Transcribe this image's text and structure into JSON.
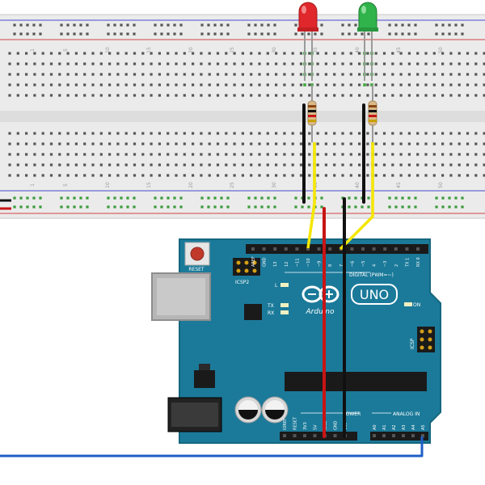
{
  "colors": {
    "board": "#1b7a9a",
    "board_edge": "#16677f",
    "breadboard": "#e9e9e9",
    "rail_red": "#d04040",
    "rail_blue": "#4a4ad0",
    "wire_yellow": "#f5e600",
    "wire_red": "#c81414",
    "wire_black": "#111111",
    "wire_blue": "#1f5fc8",
    "led_red": "#e0272b",
    "led_green": "#2fb34a"
  },
  "breadboard": {
    "col_numbers": [
      "1",
      "5",
      "10",
      "15",
      "20",
      "25",
      "30",
      "35",
      "40",
      "45",
      "50"
    ]
  },
  "leds": [
    {
      "name": "red-led",
      "color": "red"
    },
    {
      "name": "green-led",
      "color": "green"
    }
  ],
  "arduino": {
    "reset_label": "RESET",
    "icsp2_label": "ICSP2",
    "icsp_label": "ICSP",
    "digital_label": "DIGITAL (PWM=~)",
    "tx_label": "TX",
    "rx_label": "RX",
    "l_label": "L",
    "on_label": "ON",
    "brand": "Arduino",
    "model": "UNO",
    "power_label": "POWER",
    "analog_label": "ANALOG IN",
    "digital_pins": [
      "AREF",
      "GND",
      "13",
      "12",
      "~11",
      "~10",
      "~9",
      "8",
      "7",
      "~6",
      "~5",
      "4",
      "~3",
      "2",
      "TX 1",
      "RX 0"
    ],
    "power_pins": [
      "IOREF",
      "RESET",
      "3V3",
      "5V",
      "GND",
      "GND",
      "VIN"
    ],
    "analog_pins": [
      "A0",
      "A1",
      "A2",
      "A3",
      "A4",
      "A5"
    ]
  }
}
